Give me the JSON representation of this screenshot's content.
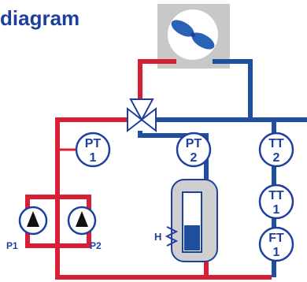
{
  "title": "diagram",
  "sensors": {
    "pt1": {
      "l1": "PT",
      "l2": "1"
    },
    "pt2": {
      "l1": "PT",
      "l2": "2"
    },
    "tt2": {
      "l1": "TT",
      "l2": "2"
    },
    "tt1": {
      "l1": "TT",
      "l2": "1"
    },
    "ft1": {
      "l1": "FT",
      "l2": "1"
    }
  },
  "pumps": {
    "p1": "P1",
    "p2": "P2"
  },
  "heater": "H",
  "colors": {
    "hot": "#d71f36",
    "cold": "#1f4f9f",
    "text": "#1f3f9f"
  }
}
